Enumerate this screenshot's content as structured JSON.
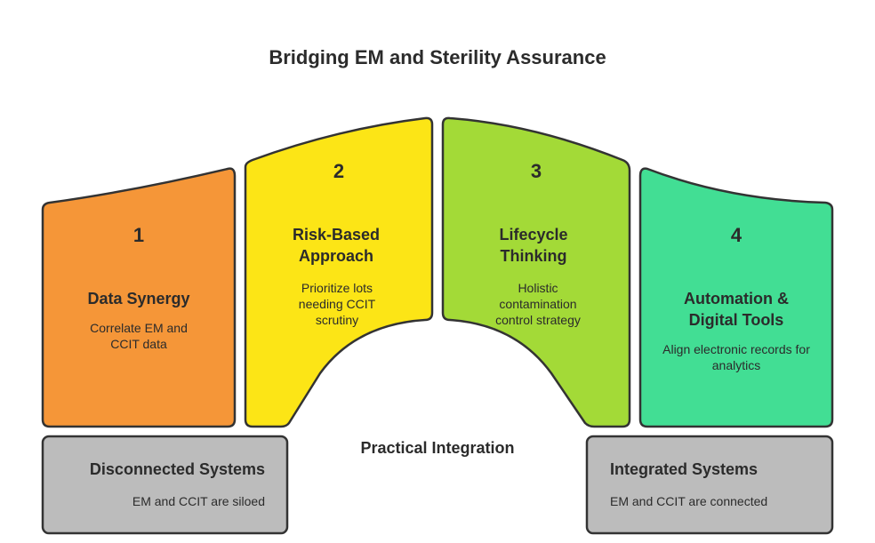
{
  "title": "Bridging EM and Sterility Assurance",
  "center_label": "Practical Integration",
  "steps": [
    {
      "number": "1",
      "heading": "Data Synergy",
      "description": "Correlate EM and CCIT data",
      "color": "#F59638"
    },
    {
      "number": "2",
      "heading": "Risk-Based Approach",
      "description": "Prioritize lots needing CCIT scrutiny",
      "color": "#FCE516"
    },
    {
      "number": "3",
      "heading": "Lifecycle Thinking",
      "description": "Holistic contamination control strategy",
      "color": "#A3DA37"
    },
    {
      "number": "4",
      "heading": "Automation & Digital Tools",
      "description": "Align electronic records for analytics",
      "color": "#42DE94"
    }
  ],
  "left_box": {
    "heading": "Disconnected Systems",
    "description": "EM and CCIT are siloed"
  },
  "right_box": {
    "heading": "Integrated Systems",
    "description": "EM and CCIT are connected"
  },
  "box_color": "#BCBCBC"
}
